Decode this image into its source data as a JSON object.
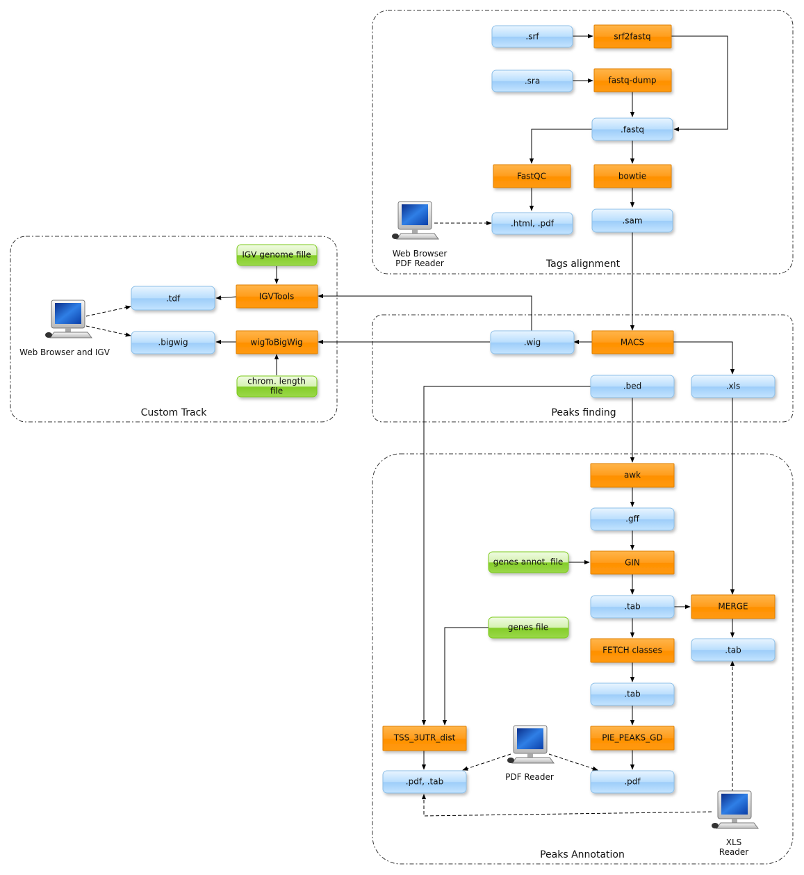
{
  "groups": {
    "tags_alignment": "Tags alignment",
    "custom_track": "Custom Track",
    "peaks_finding": "Peaks finding",
    "peaks_annotation": "Peaks Annotation"
  },
  "nodes": {
    "srf": ".srf",
    "srf2fastq": "srf2fastq",
    "sra": ".sra",
    "fastq_dump": "fastq-dump",
    "fastq": ".fastq",
    "fastqc": "FastQC",
    "bowtie": "bowtie",
    "html_pdf": ".html, .pdf",
    "sam": ".sam",
    "igv_genome_file": "IGV genome fille",
    "tdf": ".tdf",
    "igvtools": "IGVTools",
    "bigwig": ".bigwig",
    "wigtobigwig": "wigToBigWig",
    "chrom_length_1": "chrom. length",
    "chrom_length_2": "file",
    "wig": ".wig",
    "macs": "MACS",
    "bed": ".bed",
    "xls": ".xls",
    "awk": "awk",
    "gff": ".gff",
    "genes_annot_file": "genes annot. file",
    "gin": "GIN",
    "tab_1": ".tab",
    "merge": "MERGE",
    "genes_file": "genes file",
    "fetch_classes": "FETCH classes",
    "tab_merge": ".tab",
    "tab_2": ".tab",
    "tss_3utr_dist": "TSS_3UTR_dist",
    "pie_peaks_gd": "PIE_PEAKS_GD",
    "pdf_tab": ".pdf, .tab",
    "pdf": ".pdf"
  },
  "computers": {
    "web_pdf_1": "Web Browser",
    "web_pdf_2": "PDF Reader",
    "web_igv": "Web Browser and IGV",
    "pdf_reader": "PDF Reader",
    "xls_1": "XLS",
    "xls_2": "Reader"
  },
  "colors": {
    "blue_top": "#e6f3ff",
    "blue_bottom": "#9ccdfa",
    "orange_top": "#ffb347",
    "orange_bottom": "#ff9000",
    "green_top": "#e6fad0",
    "green_bottom": "#7ccb1d"
  }
}
